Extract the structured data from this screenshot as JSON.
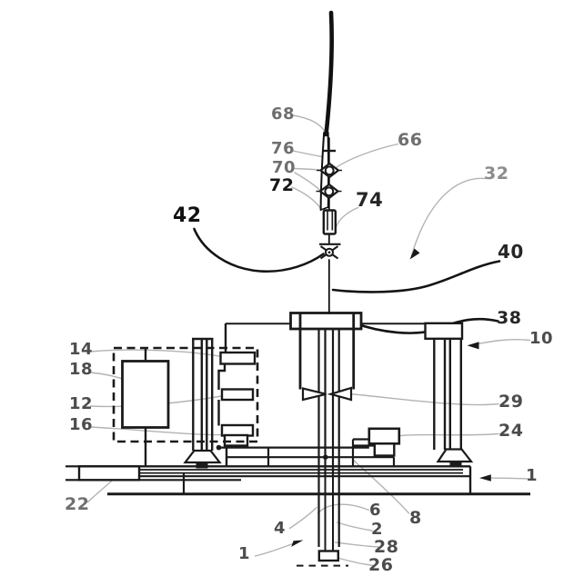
{
  "figure": {
    "title": "Patent-style technical line drawing of a wire-line rig above a machine assembly",
    "background_color": "#ffffff",
    "ink_color": "#1a1a1a",
    "leader_line_color": "#b3b3b3",
    "reference_numerals": {
      "n68": {
        "text": "68"
      },
      "n76": {
        "text": "76"
      },
      "n70": {
        "text": "70"
      },
      "n72": {
        "text": "72"
      },
      "n66": {
        "text": "66"
      },
      "n74": {
        "text": "74"
      },
      "n42": {
        "text": "42"
      },
      "n32": {
        "text": "32"
      },
      "n40": {
        "text": "40"
      },
      "n38": {
        "text": "38"
      },
      "n10": {
        "text": "10"
      },
      "n29": {
        "text": "29"
      },
      "n24": {
        "text": "24"
      },
      "n14": {
        "text": "14"
      },
      "n18": {
        "text": "18"
      },
      "n12": {
        "text": "12"
      },
      "n16": {
        "text": "16"
      },
      "n22": {
        "text": "22"
      },
      "n8": {
        "text": "8"
      },
      "n6": {
        "text": "6"
      },
      "n4": {
        "text": "4"
      },
      "n2": {
        "text": "2"
      },
      "n28": {
        "text": "28"
      },
      "n26": {
        "text": "26"
      },
      "n1_bottom": {
        "text": "1"
      },
      "n1_right": {
        "text": "1"
      }
    }
  }
}
